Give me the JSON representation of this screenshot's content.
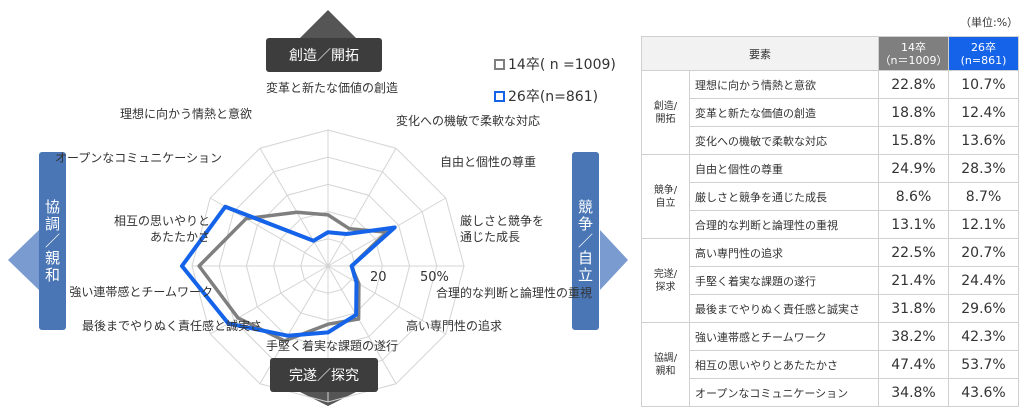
{
  "chart_data": {
    "type": "radar",
    "categories": [
      "変革と新たな価値の創造",
      "変化への機敏で柔軟な対応",
      "自由と個性の尊重",
      "厳しさと競争を通じた成長",
      "合理的な判断と論理性の重視",
      "高い専門性の追求",
      "手堅く着実な課題の遂行",
      "最後までやりぬく責任感と誠実さ",
      "強い連帯感とチームワーク",
      "相互の思いやりとあたたかさ",
      "オープンなコミュニケーション",
      "理想に向かう情熱と意欲"
    ],
    "category_label_lines": {
      "9": [
        "相互の思いやりと",
        "あたたかさ"
      ],
      "3": [
        "厳しさと競争を",
        "通じた成長"
      ]
    },
    "series": [
      {
        "name": "14卒( n =1009)",
        "color": "#7f7f7f",
        "values": [
          18.8,
          15.8,
          24.9,
          8.6,
          13.1,
          22.5,
          21.4,
          31.8,
          38.2,
          47.4,
          34.8,
          22.8
        ]
      },
      {
        "name": "26卒(n=861)",
        "color": "#1463e8",
        "values": [
          12.4,
          13.6,
          28.3,
          8.7,
          12.1,
          20.7,
          24.4,
          29.6,
          42.3,
          53.7,
          43.6,
          10.7
        ]
      }
    ],
    "rlim": [
      0,
      50
    ],
    "tick_labels": [
      "20",
      "50%"
    ],
    "grid": true,
    "legend": "top-right",
    "groups": {
      "top": "創造／開拓",
      "right": "競争／自立",
      "bottom": "完遂／探究",
      "left": "協調／親和"
    }
  },
  "table": {
    "unit": "（単位:%）",
    "header": {
      "element": "要素",
      "col14": [
        "14卒",
        "（n＝1009）"
      ],
      "col26": [
        "26卒",
        "(n=861)"
      ]
    },
    "groups": [
      {
        "name": "創造/\n開拓",
        "rows": [
          [
            "理想に向かう情熱と意欲",
            "22.8%",
            "10.7%"
          ],
          [
            "変革と新たな価値の創造",
            "18.8%",
            "12.4%"
          ],
          [
            "変化への機敏で柔軟な対応",
            "15.8%",
            "13.6%"
          ]
        ]
      },
      {
        "name": "競争/\n自立",
        "rows": [
          [
            "自由と個性の尊重",
            "24.9%",
            "28.3%"
          ],
          [
            "厳しさと競争を通じた成長",
            "8.6%",
            "8.7%"
          ],
          [
            "合理的な判断と論理性の重視",
            "13.1%",
            "12.1%"
          ]
        ]
      },
      {
        "name": "完遂/\n探求",
        "rows": [
          [
            "高い専門性の追求",
            "22.5%",
            "20.7%"
          ],
          [
            "手堅く着実な課題の遂行",
            "21.4%",
            "24.4%"
          ],
          [
            "最後までやりぬく責任感と誠実さ",
            "31.8%",
            "29.6%"
          ]
        ]
      },
      {
        "name": "協調/\n親和",
        "rows": [
          [
            "強い連帯感とチームワーク",
            "38.2%",
            "42.3%"
          ],
          [
            "相互の思いやりとあたたかさ",
            "47.4%",
            "53.7%"
          ],
          [
            "オープンなコミュニケーション",
            "34.8%",
            "43.6%"
          ]
        ]
      }
    ]
  }
}
